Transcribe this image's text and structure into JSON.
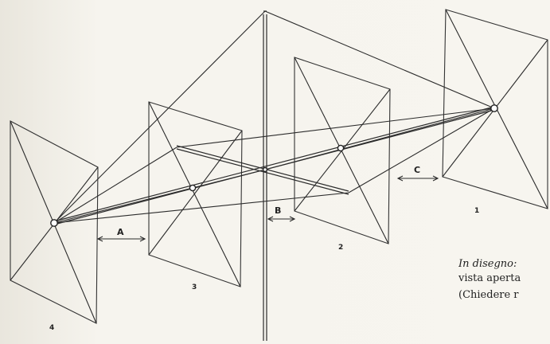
{
  "elements": [
    {
      "id": "1",
      "label": "1"
    },
    {
      "id": "2",
      "label": "2"
    },
    {
      "id": "3",
      "label": "3"
    },
    {
      "id": "4",
      "label": "4"
    }
  ],
  "spacings": [
    {
      "id": "A",
      "label": "A"
    },
    {
      "id": "B",
      "label": "B"
    },
    {
      "id": "C",
      "label": "C"
    }
  ],
  "caption": {
    "line1": "In disegno:",
    "line2": "vista aperta",
    "line3": "(Chiedere r"
  },
  "colors": {
    "ink": "#2b2b2b",
    "paper": "#f4f1ea"
  }
}
